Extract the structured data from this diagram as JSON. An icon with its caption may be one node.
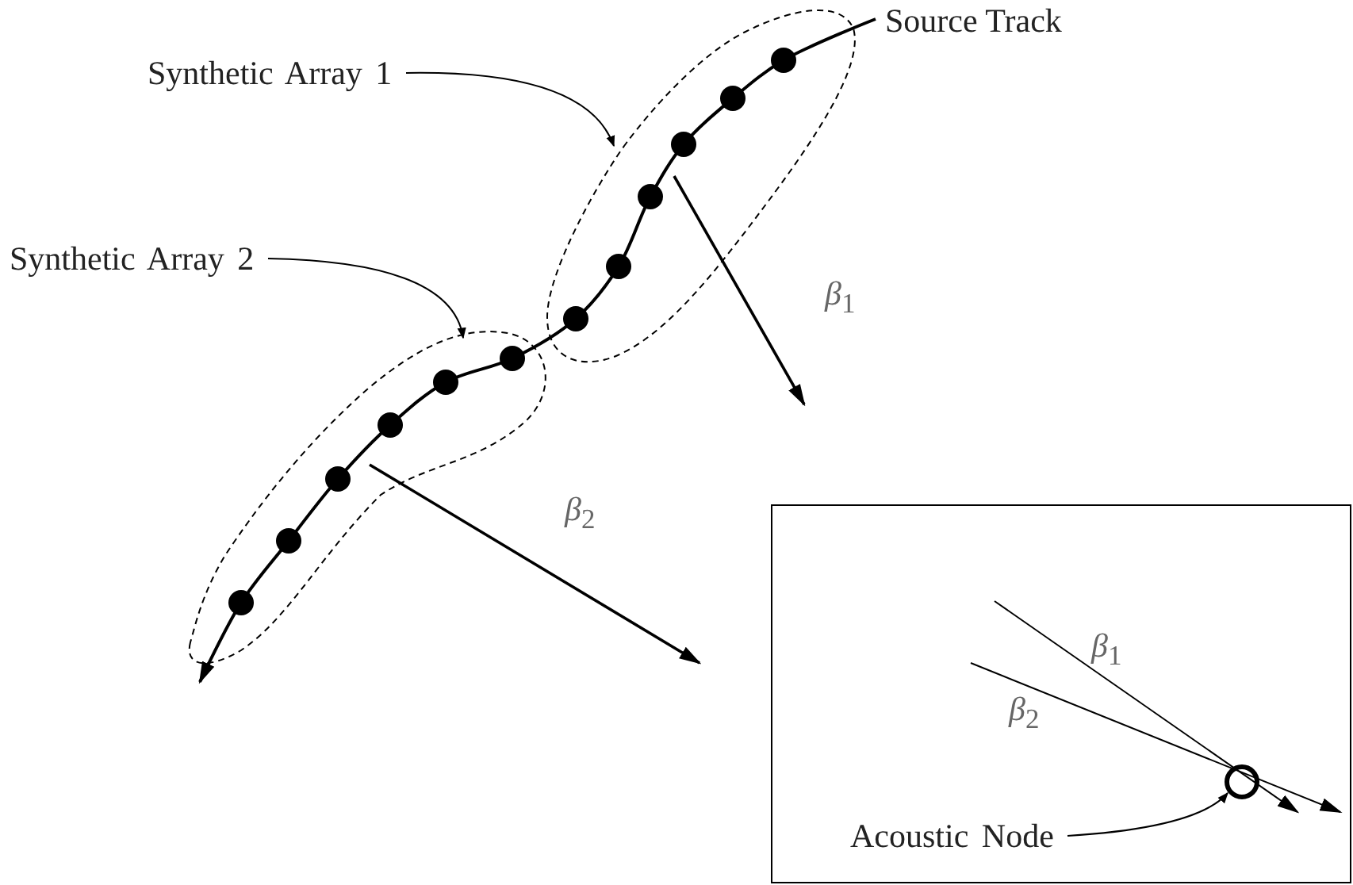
{
  "diagram": {
    "nodes": [
      {
        "text": [
          "Synthetic Array 1"
        ]
      },
      {
        "text": [],
        "shape": "cloud"
      },
      {
        "text": [
          "Synthetic Array 2"
        ]
      },
      {
        "text": [],
        "shape": "cloud"
      },
      {
        "text": [],
        "shape": "box"
      },
      {
        "text": [],
        "shape": "circle",
        "in": 4
      },
      {
        "text": [
          "Acoustic Node"
        ],
        "in": 4
      }
    ],
    "edges": [
      {
        "from": 0,
        "to": 1,
        "arrow": "to"
      },
      {
        "from": 2,
        "to": 3,
        "arrow": "to"
      },
      {
        "from": 6,
        "to": 5,
        "arrow": "to"
      }
    ],
    "labels": [
      "Source Track",
      "*β*$_{1}$",
      "*β*$_{2}$",
      "*β*$_{1}$",
      "*β*$_{2}$"
    ]
  }
}
